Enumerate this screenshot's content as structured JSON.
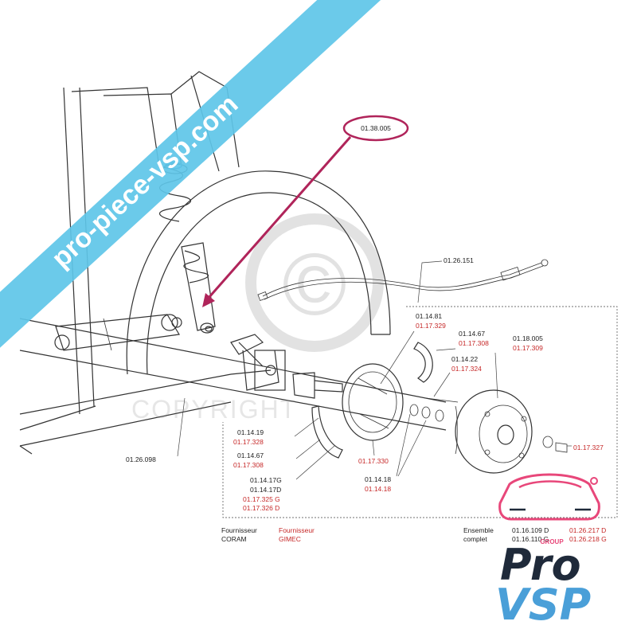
{
  "watermark": {
    "banner_text": "pro-piece-vsp.com",
    "banner_color": "#5ec6e8",
    "copyright_text": "COPYRIGHT",
    "copyright_symbol": "©"
  },
  "highlight": {
    "ref": "01.38.005",
    "color": "#b0245a"
  },
  "parts": {
    "p_26_151": "01.26.151",
    "p_26_098": "01.26.098",
    "p_14_81": "01.14.81",
    "p_17_329": "01.17.329",
    "p_14_67a": "01.14.67",
    "p_17_308a": "01.17.308",
    "p_14_22": "01.14.22",
    "p_17_324": "01.17.324",
    "p_18_005": "01.18.005",
    "p_17_309": "01.17.309",
    "p_14_19": "01.14.19",
    "p_17_328": "01.17.328",
    "p_14_67b": "01.14.67",
    "p_17_308b": "01.17.308",
    "p_14_17g": "01.14.17G",
    "p_14_17d": "01.14.17D",
    "p_17_325g": "01.17.325 G",
    "p_17_326d": "01.17.326 D",
    "p_17_330": "01.17.330",
    "p_14_18a": "01.14.18",
    "p_14_18b": "01.14.18",
    "p_17_327": "01.17.327"
  },
  "legend": {
    "supplier_coram_1": "Fournisseur",
    "supplier_coram_2": "CORAM",
    "supplier_gimec_1": "Fournisseur",
    "supplier_gimec_2": "GIMEC",
    "ensemble_1": "Ensemble",
    "ensemble_2": "complet",
    "coram_ref_1": "01.16.109 D",
    "coram_ref_2": "01.16.110 G",
    "gimec_ref_1": "01.26.217 D",
    "gimec_ref_2": "01.26.218 G"
  },
  "logo": {
    "line1": "Pro",
    "line2": "VSP",
    "group": "GROUP",
    "accent_color": "#e8477a",
    "blue_color": "#4a9fd8",
    "dark_color": "#1f2a3a"
  }
}
